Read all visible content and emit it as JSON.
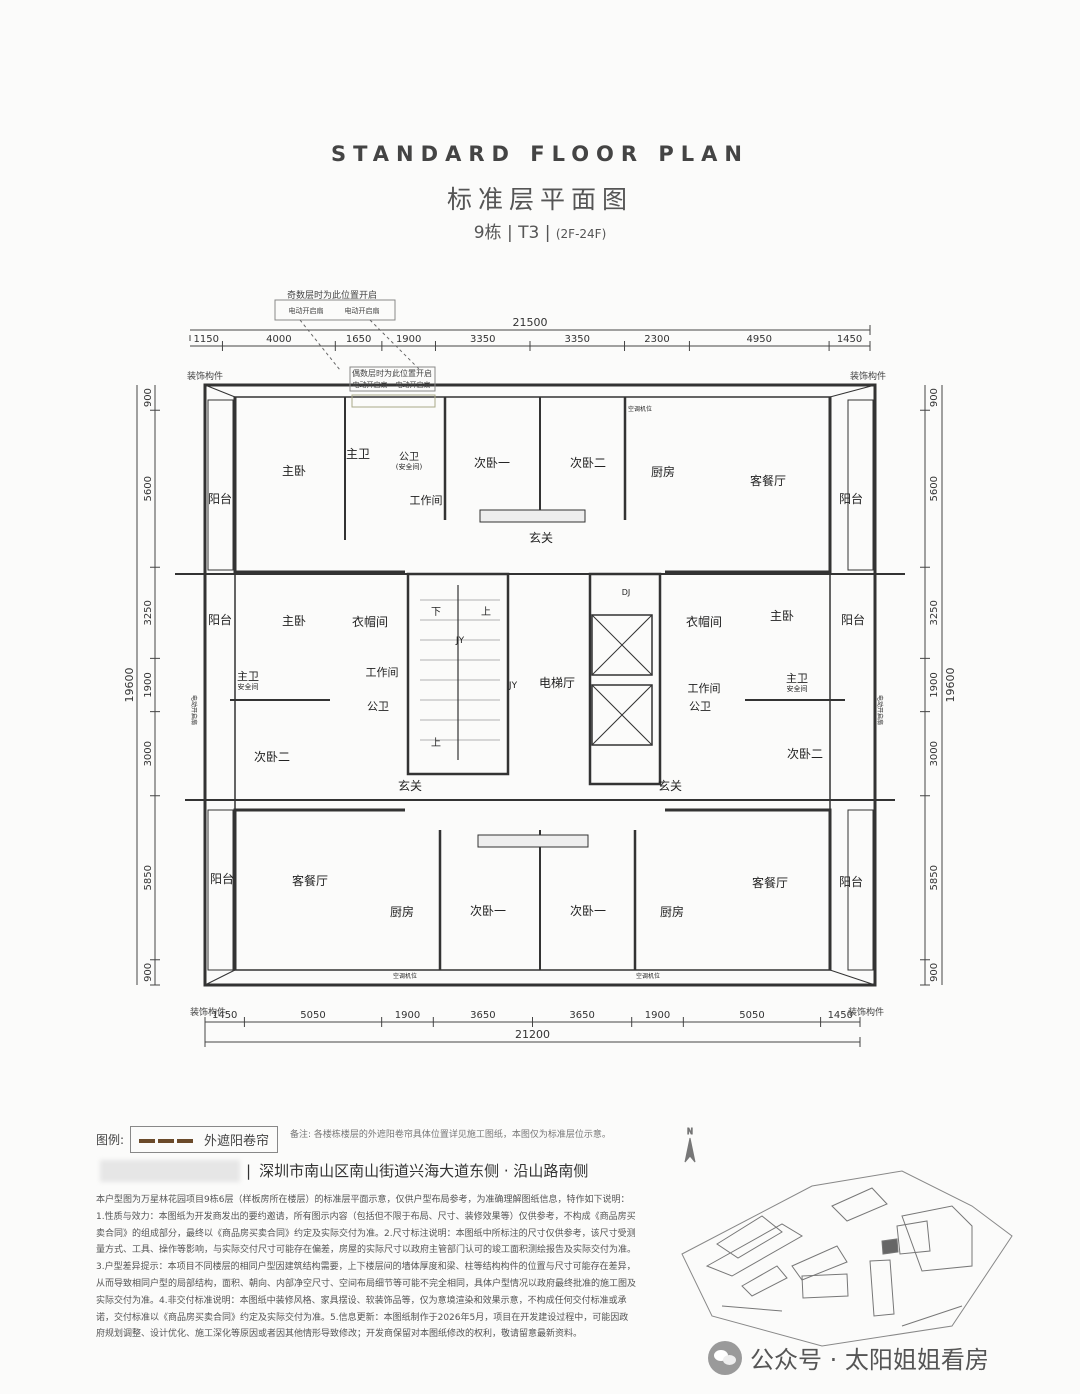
{
  "header": {
    "title_en": "STANDARD FLOOR PLAN",
    "title_cn": "标准层平面图",
    "building": "9栋",
    "unit_type": "T3",
    "floors": "(2F-24F)"
  },
  "annotations": {
    "top_note": "奇数层时为此位置开启",
    "top_electric_left": "电动开启扇",
    "top_electric_right": "电动开启扇",
    "mid_note": "偶数层时为此位置开启",
    "mid_electric_left": "电动开启扇",
    "mid_electric_right": "电动开启扇",
    "decor_tl": "装饰构件",
    "decor_tr": "装饰构件",
    "decor_bl": "装饰构件",
    "decor_br": "装饰构件"
  },
  "dimensions": {
    "top_total": "21500",
    "top_segments": [
      "1150",
      "4000",
      "1650",
      "1900",
      "3350",
      "3350",
      "2300",
      "4950",
      "1450"
    ],
    "bottom_total": "21200",
    "bottom_segments": [
      "1450",
      "5050",
      "1900",
      "3650",
      "3650",
      "1900",
      "5050",
      "1450"
    ],
    "left_total": "19600",
    "left_segments": [
      "900",
      "5600",
      "3250",
      "1900",
      "3000",
      "5850",
      "900"
    ],
    "right_total": "19600",
    "right_segments": [
      "900",
      "5600",
      "3250",
      "1900",
      "3000",
      "5850",
      "900"
    ]
  },
  "rooms": {
    "r_master_tl": "主卧",
    "r_master_bath_tl": "主卫",
    "r_public_bath_tl": "公卫",
    "r_safety_tl": "(安全间)",
    "r_utility_tl": "工作间",
    "r_bed1_tc": "次卧一",
    "r_bed2_tc": "次卧二",
    "r_kitchen_tr": "厨房",
    "r_living_tr": "客餐厅",
    "r_balcony_tl": "阳台",
    "r_balcony_tr": "阳台",
    "r_entry_top": "玄关",
    "r_master_ml": "主卧",
    "r_closet_ml": "衣帽间",
    "r_balcony_ml": "阳台",
    "r_master_bath_ml": "主卫",
    "r_safety_ml": "安全间",
    "r_utility_ml": "工作间",
    "r_public_bath_ml": "公卫",
    "r_bed2_ml": "次卧二",
    "r_elevator": "电梯厅",
    "r_dj": "DJ",
    "r_jy1": "JY",
    "r_jy2": "JY",
    "r_stair_down": "下",
    "r_stair_up1": "上",
    "r_stair_up2": "上",
    "r_closet_mr": "衣帽间",
    "r_master_mr": "主卧",
    "r_balcony_mr": "阳台",
    "r_utility_mr": "工作间",
    "r_public_bath_mr": "公卫",
    "r_master_bath_mr": "主卫",
    "r_safety_mr": "安全间",
    "r_bed2_mr": "次卧二",
    "r_entry_bl": "玄关",
    "r_entry_br": "玄关",
    "r_balcony_bl": "阳台",
    "r_living_bl": "客餐厅",
    "r_kitchen_bl": "厨房",
    "r_bed1_bl": "次卧一",
    "r_bed1_br": "次卧一",
    "r_kitchen_br": "厨房",
    "r_living_br": "客餐厅",
    "r_balcony_br": "阳台",
    "r_hvac_1": "空调机位",
    "r_hvac_2": "空调机位",
    "r_hvac_3": "空调机位",
    "r_electric_left": "电动开启扇",
    "r_electric_right": "电动开启扇"
  },
  "legend": {
    "label": "图例:",
    "item": "外遮阳卷帘",
    "note": "备注: 各楼栋楼层的外遮阳卷帘具体位置详见施工图纸，本图仅为标准层位示意。"
  },
  "location": "深圳市南山区南山街道兴海大道东侧 · 沿山路南侧",
  "description": "本户型图为万星林花园项目9栋6层（样板房所在楼层）的标准层平面示意，仅供户型布局参考，为准确理解图纸信息，特作如下说明：1.性质与效力：本图纸为开发商发出的要约邀请，所有图示内容（包括但不限于布局、尺寸、装修效果等）仅供参考，不构成《商品房买卖合同》的组成部分，最终以《商品房买卖合同》约定及实际交付为准。2.尺寸标注说明：本图纸中所标注的尺寸仅供参考，该尺寸受测量方式、工具、操作等影响，与实际交付尺寸可能存在偏差，房屋的实际尺寸以政府主管部门认可的竣工面积测绘报告及实际交付为准。3.户型差异提示：本项目不同楼层的相同户型因建筑结构需要，上下楼层间的墙体厚度和梁、柱等结构构件的位置与尺寸可能存在差异，从而导致相同户型的局部结构，面积、朝向、内部净空尺寸、空间布局细节等可能不完全相同，具体户型情况以政府最终批准的施工图及实际交付为准。4.非交付标准说明：本图纸中装修风格、家具摆设、软装饰品等，仅为意境渲染和效果示意，不构成任何交付标准或承诺，交付标准以《商品房买卖合同》约定及实际交付为准。5.信息更新：本图纸制作于2026年5月，项目在开发建设过程中，可能因政府规划调整、设计优化、施工深化等原因或者因其他情形导致修改；开发商保留对本图纸修改的权利，敬请留意最新资料。",
  "watermark": "公众号 · 太阳姐姐看房",
  "site_plan": {
    "north": "N"
  }
}
